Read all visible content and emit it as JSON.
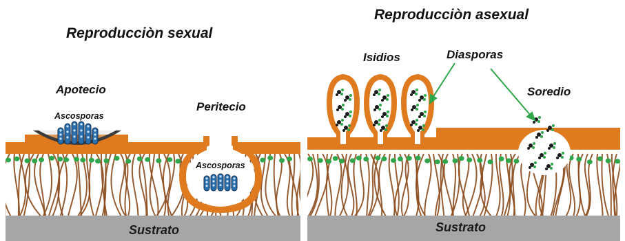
{
  "sexual": {
    "title": "Reproducciòn sexual",
    "apotecio": "Apotecio",
    "ascosporas_a": "Ascosporas",
    "peritecio": "Peritecio",
    "ascosporas_b": "Ascosporas",
    "sustrato": "Sustrato"
  },
  "asexual": {
    "title": "Reproducciòn asexual",
    "isidios": "Isidios",
    "diasporas": "Diasporas",
    "soredio": "Soredio",
    "sustrato": "Sustrato"
  },
  "colors": {
    "cortex": "#e07a1f",
    "hyphae": "#8b4a1c",
    "algae": "#2fa64a",
    "substrate": "#a6a6a6",
    "ascus": "#2a6fae"
  }
}
